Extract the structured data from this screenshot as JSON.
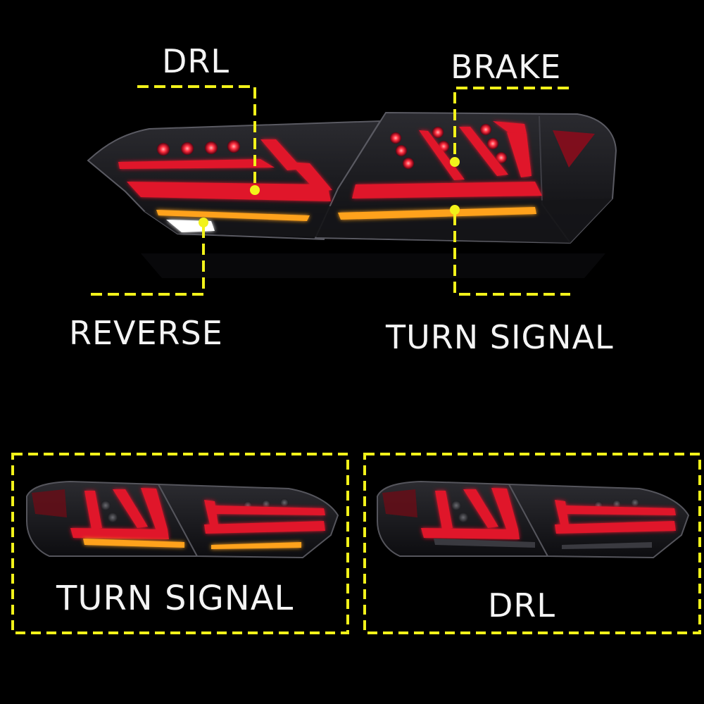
{
  "labels": {
    "drl_top": "DRL",
    "brake": "BRAKE",
    "reverse": "REVERSE",
    "turn_signal_top": "TURN SIGNAL",
    "turn_signal_box": "TURN SIGNAL",
    "drl_box": "DRL"
  },
  "colors": {
    "background": "#000000",
    "callout": "#f2f21a",
    "led_red": "#e0142a",
    "led_amber": "#ffa21a",
    "reverse_white": "#ffffff",
    "lens_smoke": "#1b1b1f"
  }
}
